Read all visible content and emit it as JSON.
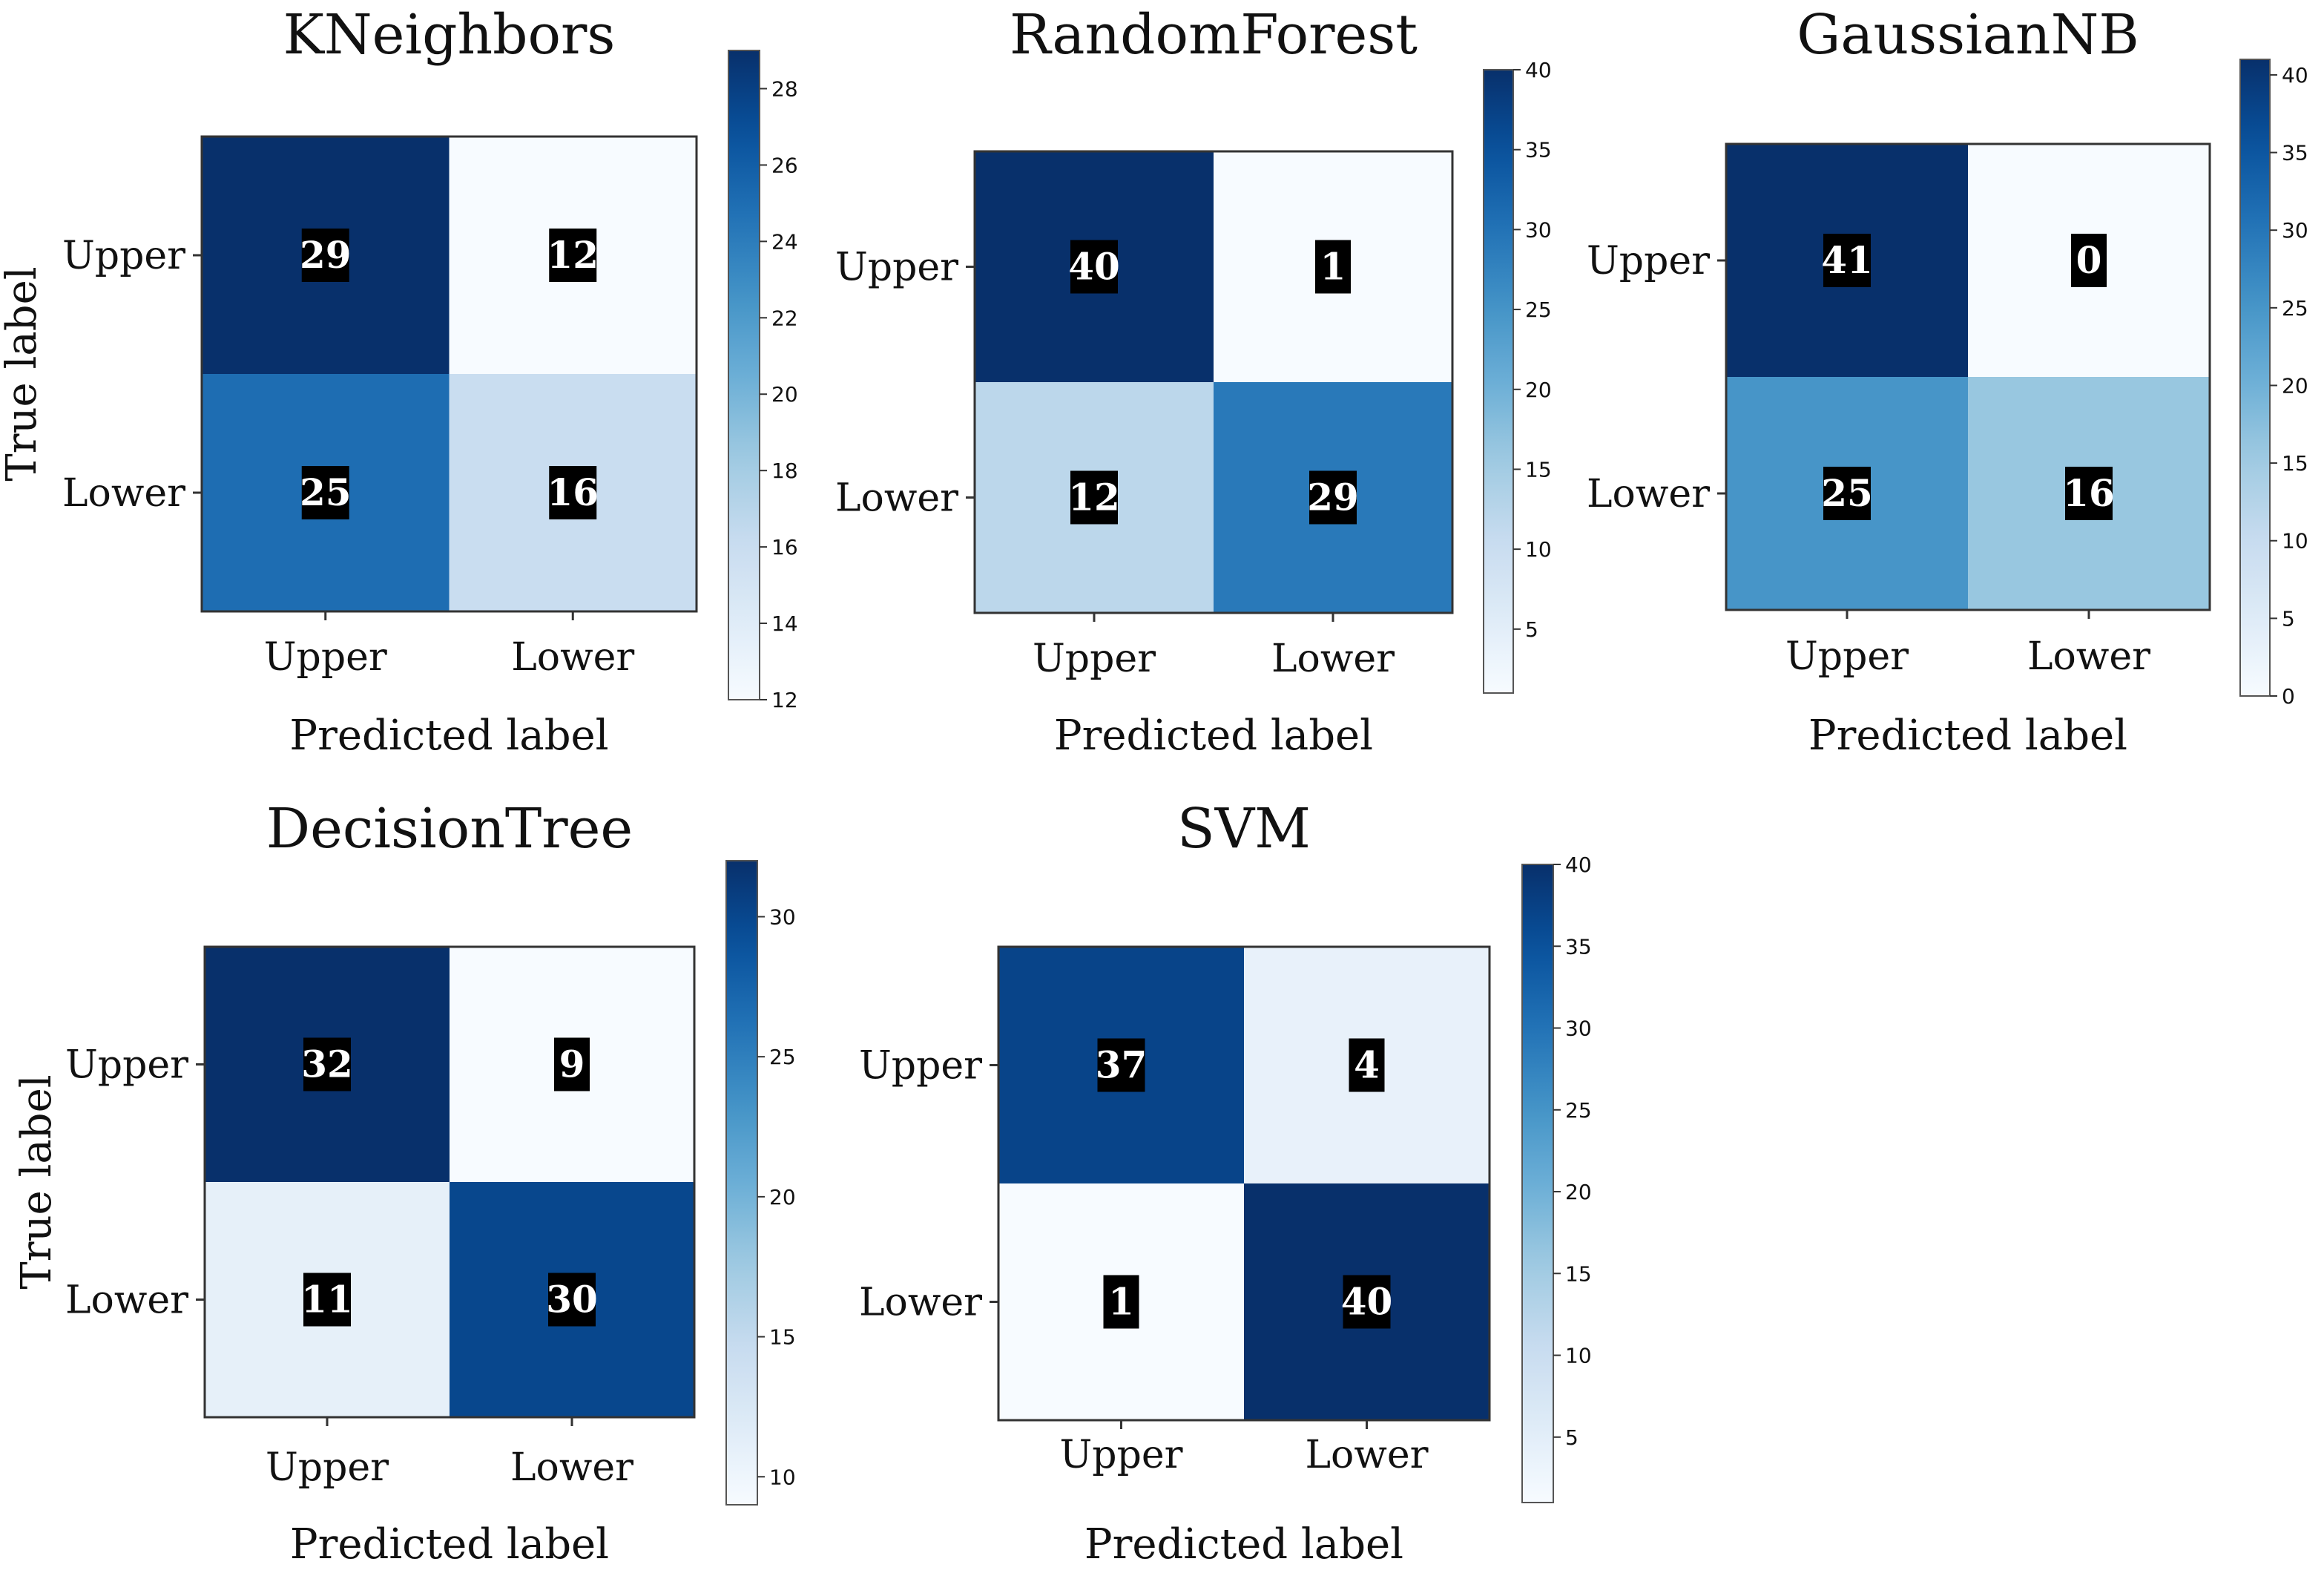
{
  "chart_data": [
    {
      "type": "heatmap",
      "title": "KNeighbors",
      "xlabel": "Predicted label",
      "ylabel": "True label",
      "x_categories": [
        "Upper",
        "Lower"
      ],
      "y_categories": [
        "Upper",
        "Lower"
      ],
      "values": [
        [
          29,
          12
        ],
        [
          25,
          16
        ]
      ],
      "colorbar": {
        "range": [
          12,
          29
        ],
        "ticks": [
          12,
          14,
          16,
          18,
          20,
          22,
          24,
          26,
          28
        ]
      },
      "colormap": "Blues"
    },
    {
      "type": "heatmap",
      "title": "RandomForest",
      "xlabel": "Predicted label",
      "ylabel": "",
      "x_categories": [
        "Upper",
        "Lower"
      ],
      "y_categories": [
        "Upper",
        "Lower"
      ],
      "values": [
        [
          40,
          1
        ],
        [
          12,
          29
        ]
      ],
      "colorbar": {
        "range": [
          1,
          40
        ],
        "ticks": [
          5,
          10,
          15,
          20,
          25,
          30,
          35,
          40
        ]
      },
      "colormap": "Blues"
    },
    {
      "type": "heatmap",
      "title": "GaussianNB",
      "xlabel": "Predicted label",
      "ylabel": "",
      "x_categories": [
        "Upper",
        "Lower"
      ],
      "y_categories": [
        "Upper",
        "Lower"
      ],
      "values": [
        [
          41,
          0
        ],
        [
          25,
          16
        ]
      ],
      "colorbar": {
        "range": [
          0,
          41
        ],
        "ticks": [
          0,
          5,
          10,
          15,
          20,
          25,
          30,
          35,
          40
        ]
      },
      "colormap": "Blues"
    },
    {
      "type": "heatmap",
      "title": "DecisionTree",
      "xlabel": "Predicted label",
      "ylabel": "True label",
      "x_categories": [
        "Upper",
        "Lower"
      ],
      "y_categories": [
        "Upper",
        "Lower"
      ],
      "values": [
        [
          32,
          9
        ],
        [
          11,
          30
        ]
      ],
      "colorbar": {
        "range": [
          9,
          32
        ],
        "ticks": [
          10,
          15,
          20,
          25,
          30
        ]
      },
      "colormap": "Blues"
    },
    {
      "type": "heatmap",
      "title": "SVM",
      "xlabel": "Predicted label",
      "ylabel": "",
      "x_categories": [
        "Upper",
        "Lower"
      ],
      "y_categories": [
        "Upper",
        "Lower"
      ],
      "values": [
        [
          37,
          4
        ],
        [
          1,
          40
        ]
      ],
      "colorbar": {
        "range": [
          1,
          40
        ],
        "ticks": [
          5,
          10,
          15,
          20,
          25,
          30,
          35,
          40
        ]
      },
      "colormap": "Blues"
    }
  ]
}
